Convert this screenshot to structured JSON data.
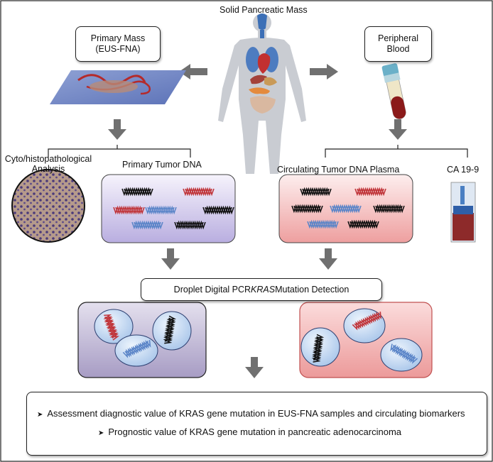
{
  "diagram": {
    "title": "Solid Pancreatic Mass",
    "primary_mass": {
      "line1": "Primary Mass",
      "line2": "(EUS-FNA)"
    },
    "peripheral_blood": {
      "line1": "Peripheral",
      "line2": "Blood"
    },
    "cyto": {
      "line1": "Cyto/histopathological",
      "line2": "Analysis"
    },
    "primary_tumor_dna": "Primary Tumor DNA",
    "circulating_dna": "Circulating Tumor DNA Plasma",
    "ca199": "CA 19-9",
    "ddpcr": {
      "pre": "Droplet Digital PCR ",
      "gene": "KRAS",
      "post": " Mutation Detection"
    },
    "outcomes": [
      "Assessment diagnostic value of KRAS gene mutation in EUS-FNA samples and circulating biomarkers",
      "Prognostic value of KRAS gene mutation in pancreatic adenocarcinoma"
    ],
    "colors": {
      "mutant_strand": "#c0353a",
      "wildtype_strand": "#5b85c8",
      "generic_strand": "#111111",
      "primary_box_fill": "#c9bfe6",
      "plasma_box_fill": "#f2b3b3",
      "droplet_fill": "#bcd3f0",
      "arrow": "#707070"
    }
  }
}
